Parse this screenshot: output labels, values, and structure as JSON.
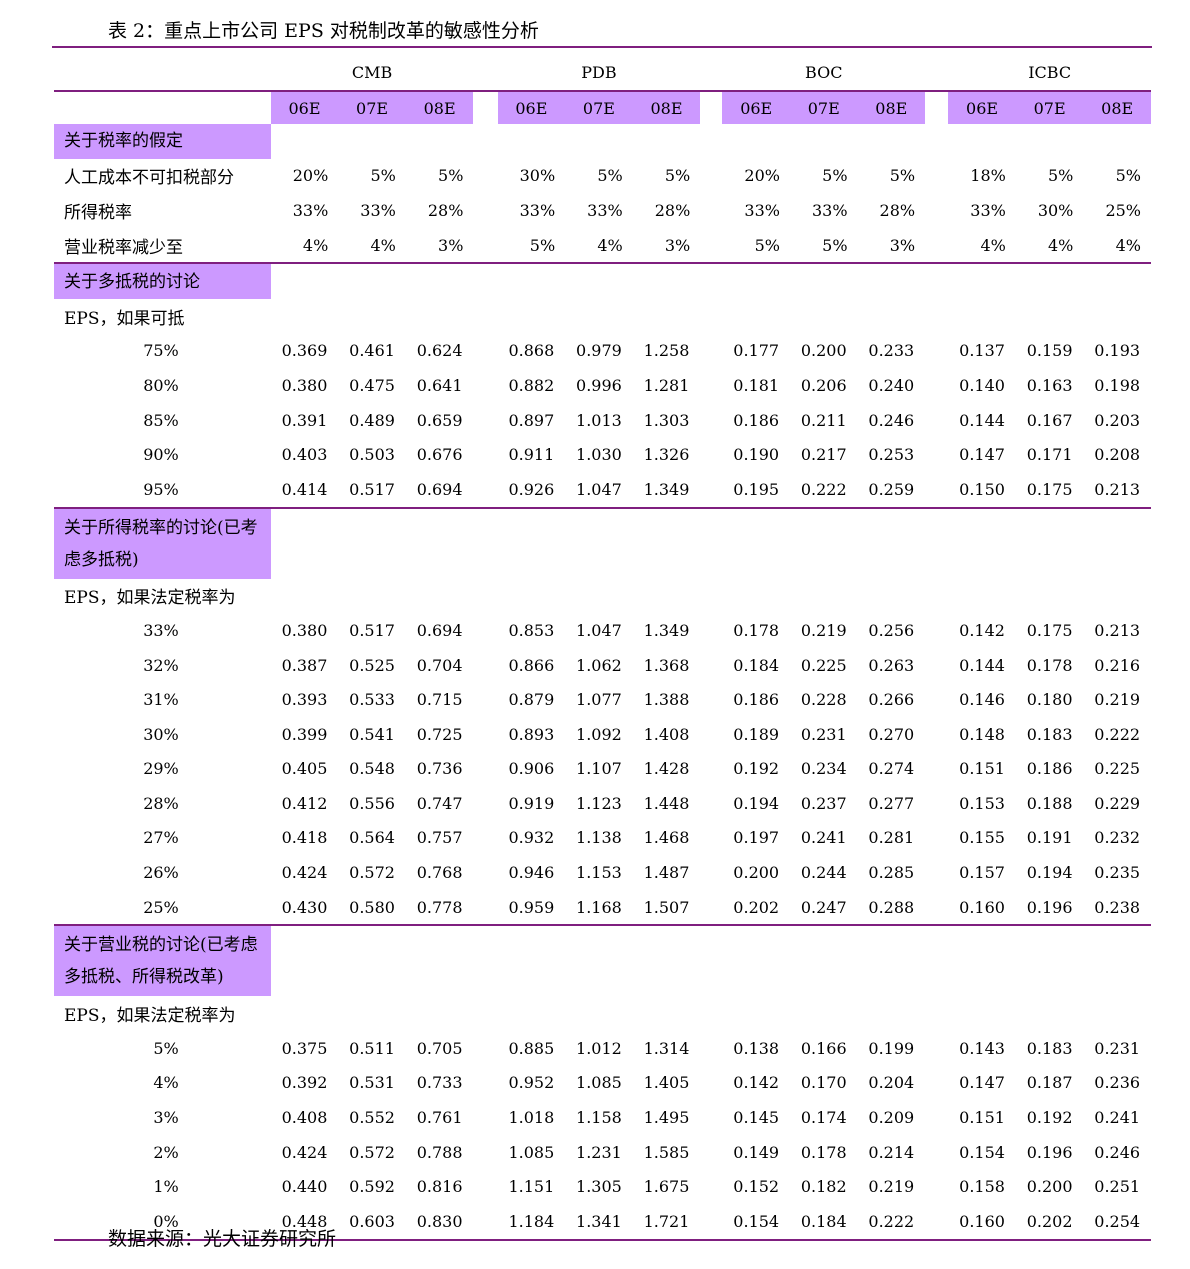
{
  "title": "表 2：重点上市公司 EPS 对税制改革的敏感性分析",
  "banks": [
    "CMB",
    "PDB",
    "BOC",
    "ICBC"
  ],
  "years": [
    "06E",
    "07E",
    "08E"
  ],
  "section1": {
    "header": "关于税率的假定",
    "rows": [
      {
        "label": "人工成本不可扣税部分",
        "values": [
          "20%",
          "5%",
          "5%",
          "30%",
          "5%",
          "5%",
          "20%",
          "5%",
          "5%",
          "18%",
          "5%",
          "5%"
        ]
      },
      {
        "label": "所得税率",
        "values": [
          "33%",
          "33%",
          "28%",
          "33%",
          "33%",
          "28%",
          "33%",
          "33%",
          "28%",
          "33%",
          "30%",
          "25%"
        ]
      },
      {
        "label": "营业税率减少至",
        "values": [
          "4%",
          "4%",
          "3%",
          "5%",
          "4%",
          "3%",
          "5%",
          "5%",
          "3%",
          "4%",
          "4%",
          "4%"
        ]
      }
    ]
  },
  "section2": {
    "header": "关于多抵税的讨论",
    "intro": "EPS，如果可抵",
    "rows": [
      {
        "label": "75%",
        "values": [
          "0.369",
          "0.461",
          "0.624",
          "0.868",
          "0.979",
          "1.258",
          "0.177",
          "0.200",
          "0.233",
          "0.137",
          "0.159",
          "0.193"
        ]
      },
      {
        "label": "80%",
        "values": [
          "0.380",
          "0.475",
          "0.641",
          "0.882",
          "0.996",
          "1.281",
          "0.181",
          "0.206",
          "0.240",
          "0.140",
          "0.163",
          "0.198"
        ]
      },
      {
        "label": "85%",
        "values": [
          "0.391",
          "0.489",
          "0.659",
          "0.897",
          "1.013",
          "1.303",
          "0.186",
          "0.211",
          "0.246",
          "0.144",
          "0.167",
          "0.203"
        ]
      },
      {
        "label": "90%",
        "values": [
          "0.403",
          "0.503",
          "0.676",
          "0.911",
          "1.030",
          "1.326",
          "0.190",
          "0.217",
          "0.253",
          "0.147",
          "0.171",
          "0.208"
        ]
      },
      {
        "label": "95%",
        "values": [
          "0.414",
          "0.517",
          "0.694",
          "0.926",
          "1.047",
          "1.349",
          "0.195",
          "0.222",
          "0.259",
          "0.150",
          "0.175",
          "0.213"
        ]
      }
    ]
  },
  "section3": {
    "header": "关于所得税率的讨论(已考虑多抵税)",
    "intro": "EPS，如果法定税率为",
    "rows": [
      {
        "label": "33%",
        "values": [
          "0.380",
          "0.517",
          "0.694",
          "0.853",
          "1.047",
          "1.349",
          "0.178",
          "0.219",
          "0.256",
          "0.142",
          "0.175",
          "0.213"
        ]
      },
      {
        "label": "32%",
        "values": [
          "0.387",
          "0.525",
          "0.704",
          "0.866",
          "1.062",
          "1.368",
          "0.184",
          "0.225",
          "0.263",
          "0.144",
          "0.178",
          "0.216"
        ]
      },
      {
        "label": "31%",
        "values": [
          "0.393",
          "0.533",
          "0.715",
          "0.879",
          "1.077",
          "1.388",
          "0.186",
          "0.228",
          "0.266",
          "0.146",
          "0.180",
          "0.219"
        ]
      },
      {
        "label": "30%",
        "values": [
          "0.399",
          "0.541",
          "0.725",
          "0.893",
          "1.092",
          "1.408",
          "0.189",
          "0.231",
          "0.270",
          "0.148",
          "0.183",
          "0.222"
        ]
      },
      {
        "label": "29%",
        "values": [
          "0.405",
          "0.548",
          "0.736",
          "0.906",
          "1.107",
          "1.428",
          "0.192",
          "0.234",
          "0.274",
          "0.151",
          "0.186",
          "0.225"
        ]
      },
      {
        "label": "28%",
        "values": [
          "0.412",
          "0.556",
          "0.747",
          "0.919",
          "1.123",
          "1.448",
          "0.194",
          "0.237",
          "0.277",
          "0.153",
          "0.188",
          "0.229"
        ]
      },
      {
        "label": "27%",
        "values": [
          "0.418",
          "0.564",
          "0.757",
          "0.932",
          "1.138",
          "1.468",
          "0.197",
          "0.241",
          "0.281",
          "0.155",
          "0.191",
          "0.232"
        ]
      },
      {
        "label": "26%",
        "values": [
          "0.424",
          "0.572",
          "0.768",
          "0.946",
          "1.153",
          "1.487",
          "0.200",
          "0.244",
          "0.285",
          "0.157",
          "0.194",
          "0.235"
        ]
      },
      {
        "label": "25%",
        "values": [
          "0.430",
          "0.580",
          "0.778",
          "0.959",
          "1.168",
          "1.507",
          "0.202",
          "0.247",
          "0.288",
          "0.160",
          "0.196",
          "0.238"
        ]
      }
    ]
  },
  "section4": {
    "header": "关于营业税的讨论(已考虑多抵税、所得税改革)",
    "intro": "EPS，如果法定税率为",
    "rows": [
      {
        "label": "5%",
        "values": [
          "0.375",
          "0.511",
          "0.705",
          "0.885",
          "1.012",
          "1.314",
          "0.138",
          "0.166",
          "0.199",
          "0.143",
          "0.183",
          "0.231"
        ]
      },
      {
        "label": "4%",
        "values": [
          "0.392",
          "0.531",
          "0.733",
          "0.952",
          "1.085",
          "1.405",
          "0.142",
          "0.170",
          "0.204",
          "0.147",
          "0.187",
          "0.236"
        ]
      },
      {
        "label": "3%",
        "values": [
          "0.408",
          "0.552",
          "0.761",
          "1.018",
          "1.158",
          "1.495",
          "0.145",
          "0.174",
          "0.209",
          "0.151",
          "0.192",
          "0.241"
        ]
      },
      {
        "label": "2%",
        "values": [
          "0.424",
          "0.572",
          "0.788",
          "1.085",
          "1.231",
          "1.585",
          "0.149",
          "0.178",
          "0.214",
          "0.154",
          "0.196",
          "0.246"
        ]
      },
      {
        "label": "1%",
        "values": [
          "0.440",
          "0.592",
          "0.816",
          "1.151",
          "1.305",
          "1.675",
          "0.152",
          "0.182",
          "0.219",
          "0.158",
          "0.200",
          "0.251"
        ]
      },
      {
        "label": "0%",
        "values": [
          "0.448",
          "0.603",
          "0.830",
          "1.184",
          "1.341",
          "1.721",
          "0.154",
          "0.184",
          "0.222",
          "0.160",
          "0.202",
          "0.254"
        ]
      }
    ]
  },
  "source": "数据来源：光大证券研究所"
}
